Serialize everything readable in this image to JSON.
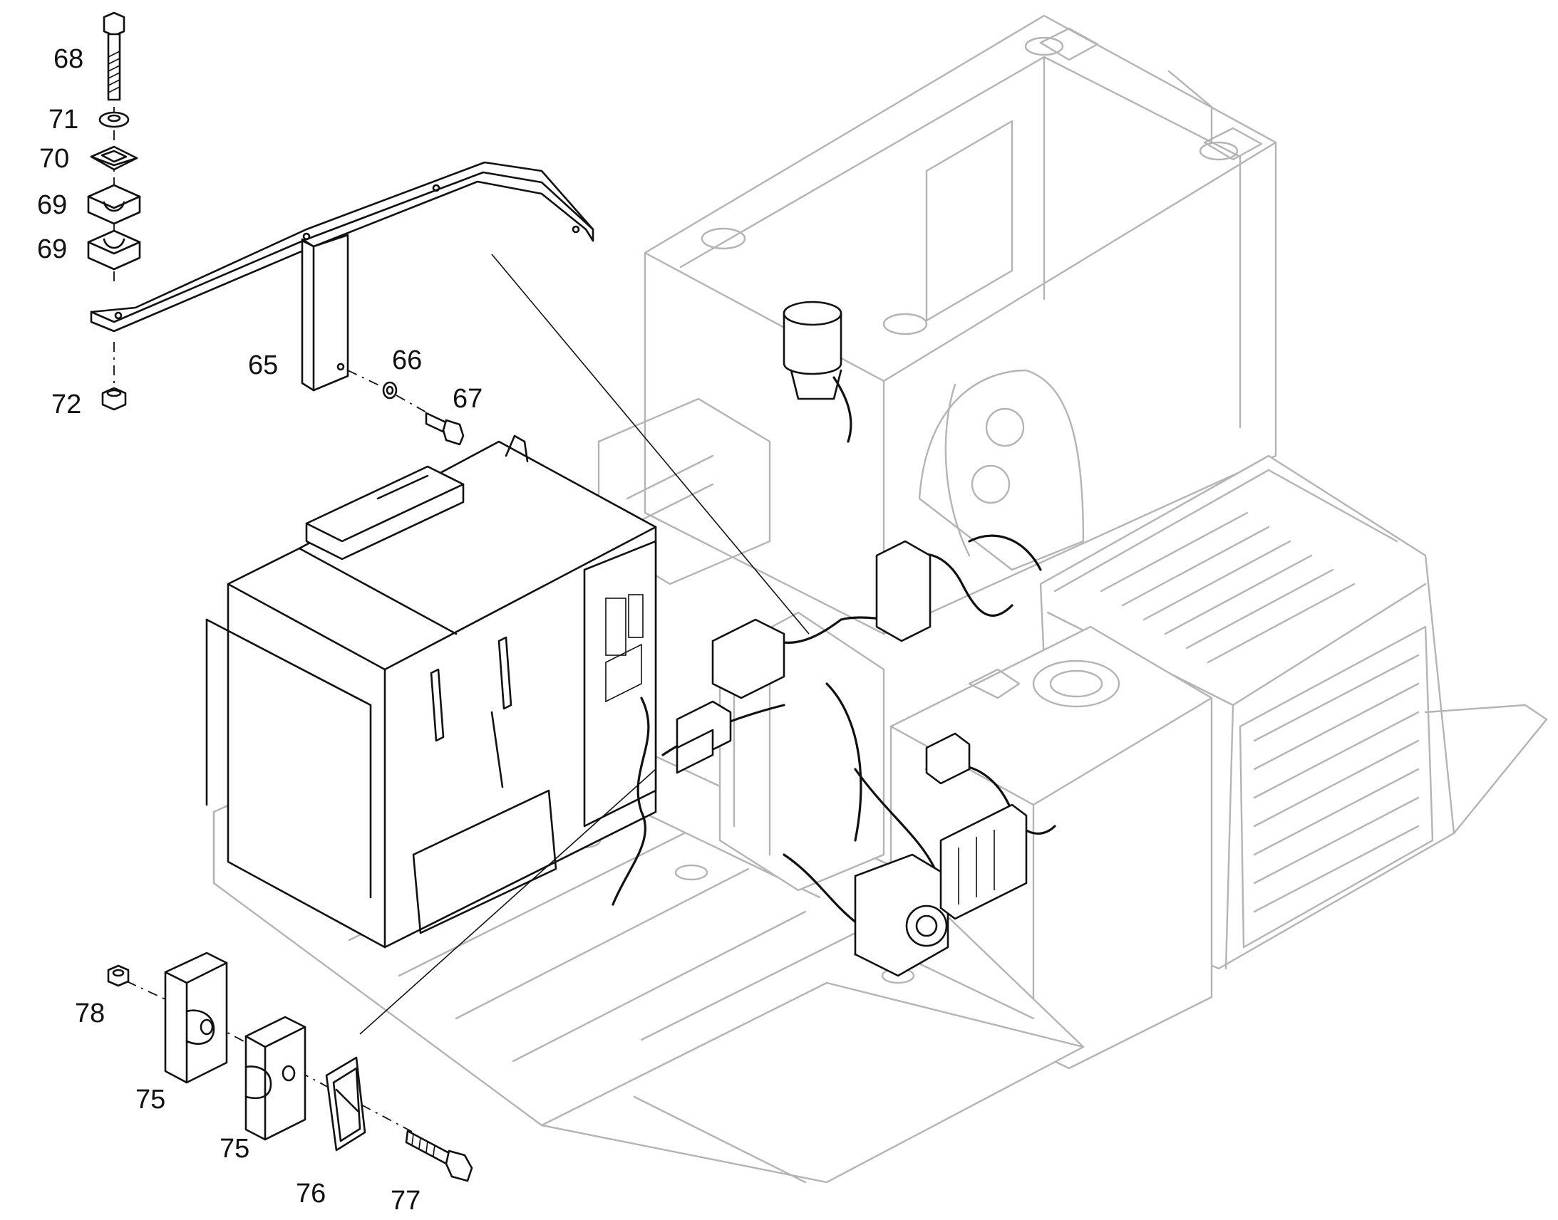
{
  "colors": {
    "ink": "#111111",
    "ghost": "#b4b4b4",
    "background": "#ffffff"
  },
  "labels": {
    "p65": "65",
    "p66": "66",
    "p67": "67",
    "p68": "68",
    "p69a": "69",
    "p69b": "69",
    "p70": "70",
    "p71": "71",
    "p72": "72",
    "p75a": "75",
    "p75b": "75",
    "p76": "76",
    "p77": "77",
    "p78": "78"
  }
}
